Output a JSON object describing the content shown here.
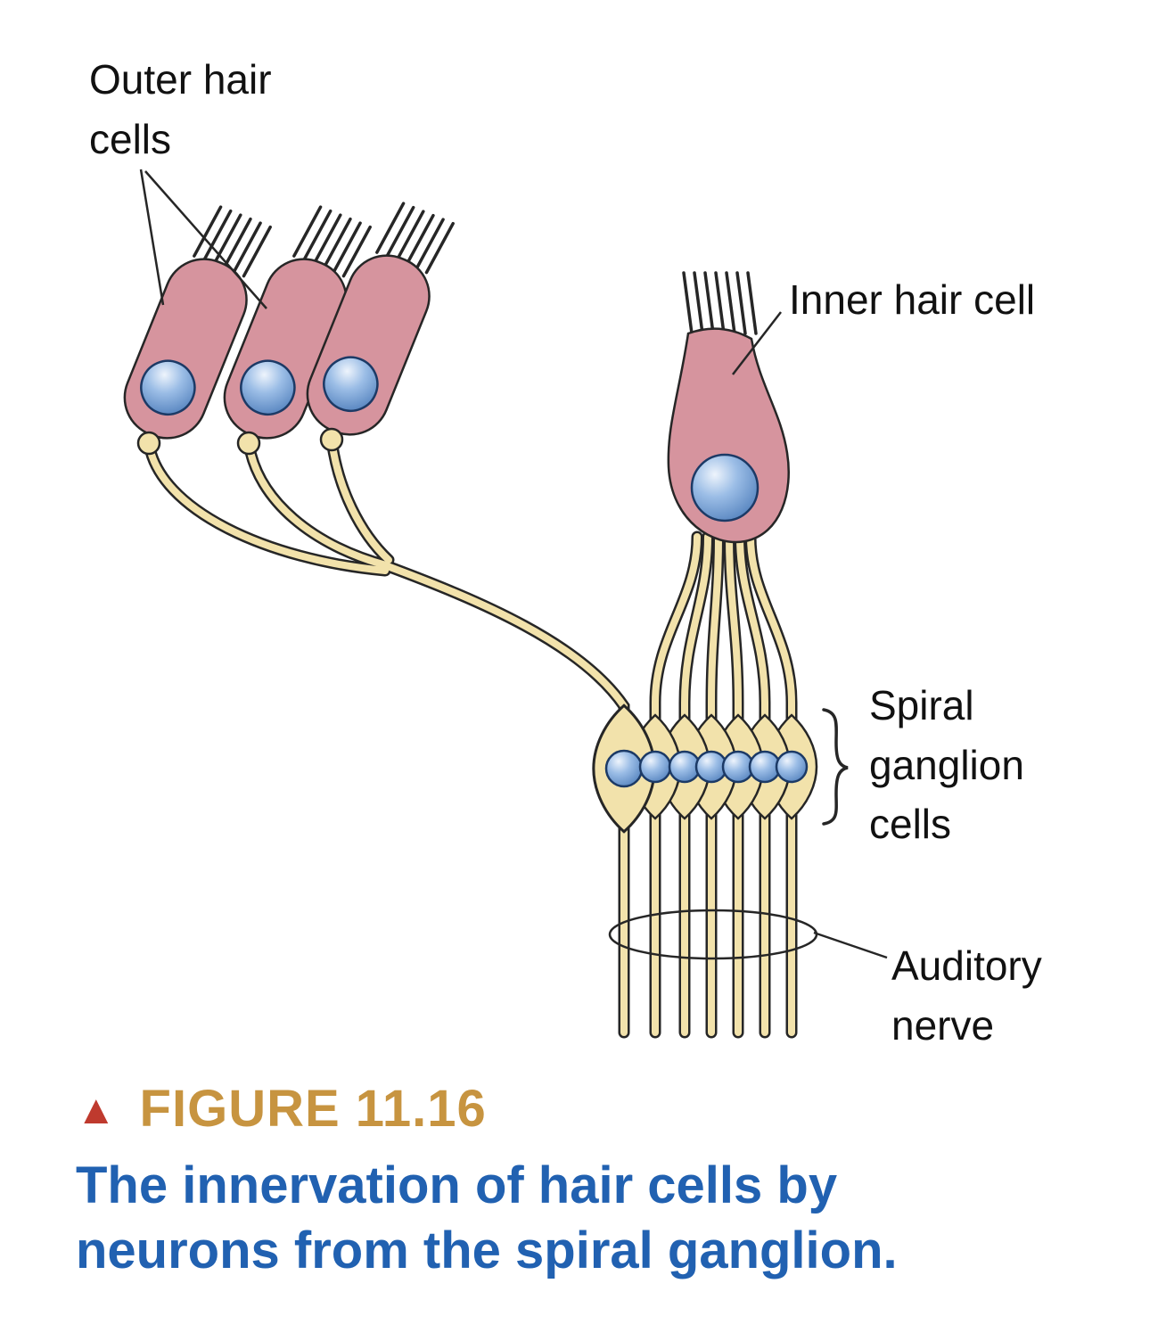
{
  "figure": {
    "marker": "▲",
    "number": "FIGURE 11.16",
    "caption": "The innervation of hair cells by\nneurons from the spiral ganglion."
  },
  "labels": {
    "outer_hair_cells": "Outer hair\ncells",
    "inner_hair_cell": "Inner hair cell",
    "spiral_ganglion_cells": "Spiral\nganglion\ncells",
    "auditory_nerve": "Auditory\nnerve"
  },
  "colors": {
    "hair_cell_fill": "#d6949e",
    "fiber_fill": "#f2e2ab",
    "nucleus_fill": "#5d8cc9",
    "outline": "#262626",
    "figure_number": "#c79440",
    "caption_text": "#2161b1",
    "marker": "#bf3a2e"
  }
}
